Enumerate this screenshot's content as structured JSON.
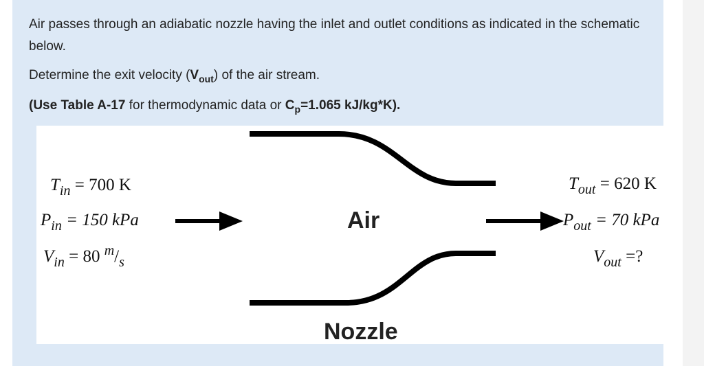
{
  "problem": {
    "line1": "Air passes through an adiabatic nozzle having the inlet and outlet conditions as indicated in the schematic below.",
    "line2_pre": "Determine the exit velocity (",
    "line2_v": "V",
    "line2_sub": "out",
    "line2_post": ") of the air stream.",
    "line3_open": "(Use ",
    "line3_table": "Table A-17",
    "line3_mid": " for thermodynamic data or ",
    "line3_cp": "C",
    "line3_cp_sub": "p",
    "line3_value": "=1.065 kJ/kg*K)."
  },
  "schematic": {
    "inlet": {
      "T_var": "T",
      "T_sub": "in",
      "T_val": "= 700 K",
      "P_var": "P",
      "P_sub": "in",
      "P_val": "= 150 kPa",
      "V_var": "V",
      "V_sub": "in",
      "V_val": "= 80 ",
      "V_num": "m",
      "V_den": "s"
    },
    "outlet": {
      "T_var": "T",
      "T_sub": "out",
      "T_val": "= 620 K",
      "P_var": "P",
      "P_sub": "out",
      "P_val": "= 70 kPa",
      "V_var": "V",
      "V_sub": "out",
      "V_val": "=?"
    },
    "center_label": "Air",
    "device_label": "Nozzle"
  }
}
